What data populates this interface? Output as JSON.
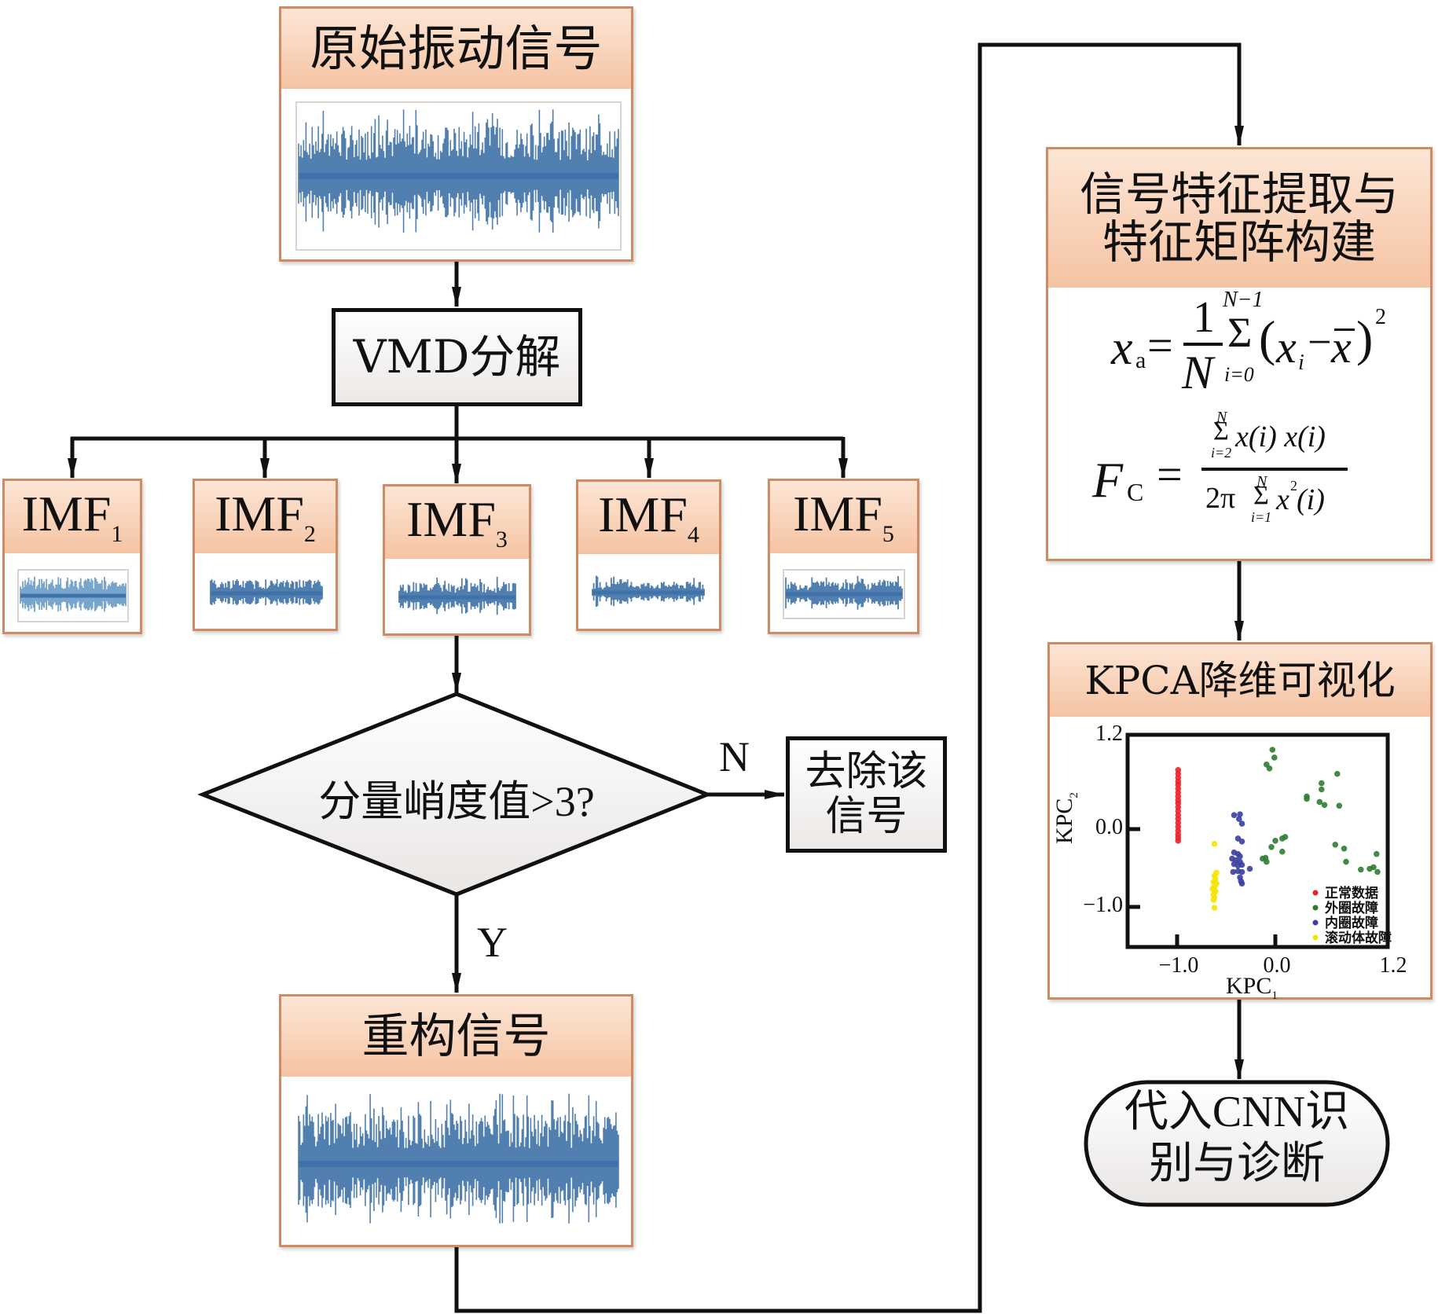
{
  "diagram": {
    "title": "VMD–KPCA–CNN bearing fault diagnosis flowchart",
    "nodes": {
      "raw_signal": {
        "label": "原始振动信号",
        "waveform": "raw-vibration-waveform"
      },
      "vmd": {
        "label": "VMD分解"
      },
      "imfs": [
        {
          "base": "IMF",
          "sub": "1"
        },
        {
          "base": "IMF",
          "sub": "2"
        },
        {
          "base": "IMF",
          "sub": "3"
        },
        {
          "base": "IMF",
          "sub": "4"
        },
        {
          "base": "IMF",
          "sub": "5"
        }
      ],
      "decision": {
        "label": "分量峭度值>3?"
      },
      "remove": {
        "line1": "去除该",
        "line2": "信号"
      },
      "reconstruct": {
        "label": "重构信号"
      },
      "feature": {
        "line1": "信号特征提取与",
        "line2": "特征矩阵构建",
        "formula1": {
          "lhs": "x",
          "lhs_sub": "a",
          "eq": "=",
          "num": "1",
          "den": "N",
          "sum_top": "N−1",
          "sum_bottom": "i=0",
          "sigma": "Σ",
          "body_open": "(",
          "xi": "x",
          "xi_sub": "i",
          "minus": "−",
          "xbar": "x",
          "body_close": ")",
          "power": "2"
        },
        "formula2": {
          "lhs": "F",
          "lhs_sub": "C",
          "eq": "=",
          "num_top": "N",
          "num_bottom": "i=2",
          "num_body": "x(i) x(i)",
          "den_prefix": "2π",
          "den_top": "N",
          "den_bottom": "i=1",
          "den_body_x": "x",
          "den_power": "2",
          "den_body_rest": "(i)",
          "sigma": "Σ"
        }
      },
      "kpca": {
        "label": "KPCA降维可视化"
      },
      "cnn": {
        "line1": "代入CNN识",
        "line2": "别与诊断"
      }
    },
    "edge_labels": {
      "no": "N",
      "yes": "Y"
    }
  },
  "chart_data": {
    "type": "scatter",
    "title": "",
    "xlabel": "KPC",
    "xlabel_sub": "1",
    "ylabel": "KPC",
    "ylabel_sub": "2",
    "xlim": [
      -1.5,
      1.2
    ],
    "ylim": [
      -1.5,
      1.2
    ],
    "xticks": [
      -1.0,
      0.0,
      1.2
    ],
    "xtick_labels": [
      "−1.0",
      "0.0",
      "1.2"
    ],
    "yticks": [
      1.2,
      0.0,
      -1.0
    ],
    "ytick_labels": [
      "1.2",
      "0.0",
      "−1.0"
    ],
    "grid": false,
    "legend": "bottom-right",
    "series": [
      {
        "name": "正常数据",
        "color": "#e8232b",
        "points": [
          [
            -0.99,
            0.76
          ],
          [
            -0.99,
            0.71
          ],
          [
            -0.99,
            0.66
          ],
          [
            -0.99,
            0.61
          ],
          [
            -0.99,
            0.57
          ],
          [
            -0.99,
            0.52
          ],
          [
            -0.99,
            0.47
          ],
          [
            -0.99,
            0.42
          ],
          [
            -0.99,
            0.37
          ],
          [
            -0.99,
            0.33
          ],
          [
            -0.99,
            0.28
          ],
          [
            -0.99,
            0.23
          ],
          [
            -0.99,
            0.18
          ],
          [
            -0.99,
            0.13
          ],
          [
            -0.99,
            0.08
          ],
          [
            -0.99,
            0.03
          ],
          [
            -0.99,
            -0.02
          ],
          [
            -0.99,
            -0.07
          ],
          [
            -0.99,
            -0.11
          ],
          [
            -0.99,
            -0.15
          ]
        ]
      },
      {
        "name": "外圈故障",
        "color": "#2e7d32",
        "points": [
          [
            -0.03,
            1.02
          ],
          [
            -0.01,
            0.92
          ],
          [
            -0.09,
            0.83
          ],
          [
            -0.06,
            0.78
          ],
          [
            0.63,
            0.71
          ],
          [
            0.47,
            0.59
          ],
          [
            0.47,
            0.51
          ],
          [
            0.32,
            0.42
          ],
          [
            0.32,
            0.39
          ],
          [
            0.45,
            0.35
          ],
          [
            0.5,
            0.31
          ],
          [
            0.65,
            0.3
          ],
          [
            0.1,
            -0.1
          ],
          [
            0.07,
            -0.12
          ],
          [
            0.0,
            -0.15
          ],
          [
            -0.04,
            -0.23
          ],
          [
            0.07,
            -0.29
          ],
          [
            -0.1,
            -0.37
          ],
          [
            -0.09,
            -0.42
          ],
          [
            -0.13,
            -0.38
          ],
          [
            0.61,
            -0.2
          ],
          [
            0.7,
            -0.25
          ],
          [
            0.72,
            -0.42
          ],
          [
            1.03,
            -0.32
          ],
          [
            0.87,
            -0.52
          ],
          [
            0.96,
            -0.51
          ],
          [
            1.0,
            -0.49
          ],
          [
            1.04,
            -0.55
          ]
        ]
      },
      {
        "name": "内圈故障",
        "color": "#3a3fa0",
        "points": [
          [
            -0.42,
            0.18
          ],
          [
            -0.36,
            0.19
          ],
          [
            -0.37,
            0.13
          ],
          [
            -0.34,
            0.07
          ],
          [
            -0.38,
            -0.12
          ],
          [
            -0.34,
            -0.16
          ],
          [
            -0.42,
            -0.3
          ],
          [
            -0.38,
            -0.32
          ],
          [
            -0.36,
            -0.35
          ],
          [
            -0.44,
            -0.38
          ],
          [
            -0.4,
            -0.4
          ],
          [
            -0.36,
            -0.42
          ],
          [
            -0.42,
            -0.45
          ],
          [
            -0.38,
            -0.47
          ],
          [
            -0.34,
            -0.46
          ],
          [
            -0.26,
            -0.51
          ],
          [
            -0.43,
            -0.55
          ],
          [
            -0.38,
            -0.54
          ],
          [
            -0.34,
            -0.55
          ],
          [
            -0.36,
            -0.62
          ],
          [
            -0.35,
            -0.67
          ],
          [
            -0.34,
            -0.7
          ]
        ]
      },
      {
        "name": "滚动体故障",
        "color": "#f2e600",
        "points": [
          [
            -0.62,
            -0.19
          ],
          [
            -0.6,
            -0.56
          ],
          [
            -0.62,
            -0.6
          ],
          [
            -0.61,
            -0.64
          ],
          [
            -0.63,
            -0.68
          ],
          [
            -0.6,
            -0.7
          ],
          [
            -0.62,
            -0.74
          ],
          [
            -0.64,
            -0.77
          ],
          [
            -0.61,
            -0.8
          ],
          [
            -0.63,
            -0.84
          ],
          [
            -0.62,
            -0.88
          ],
          [
            -0.63,
            -0.91
          ],
          [
            -0.62,
            -1.01
          ]
        ]
      }
    ]
  }
}
